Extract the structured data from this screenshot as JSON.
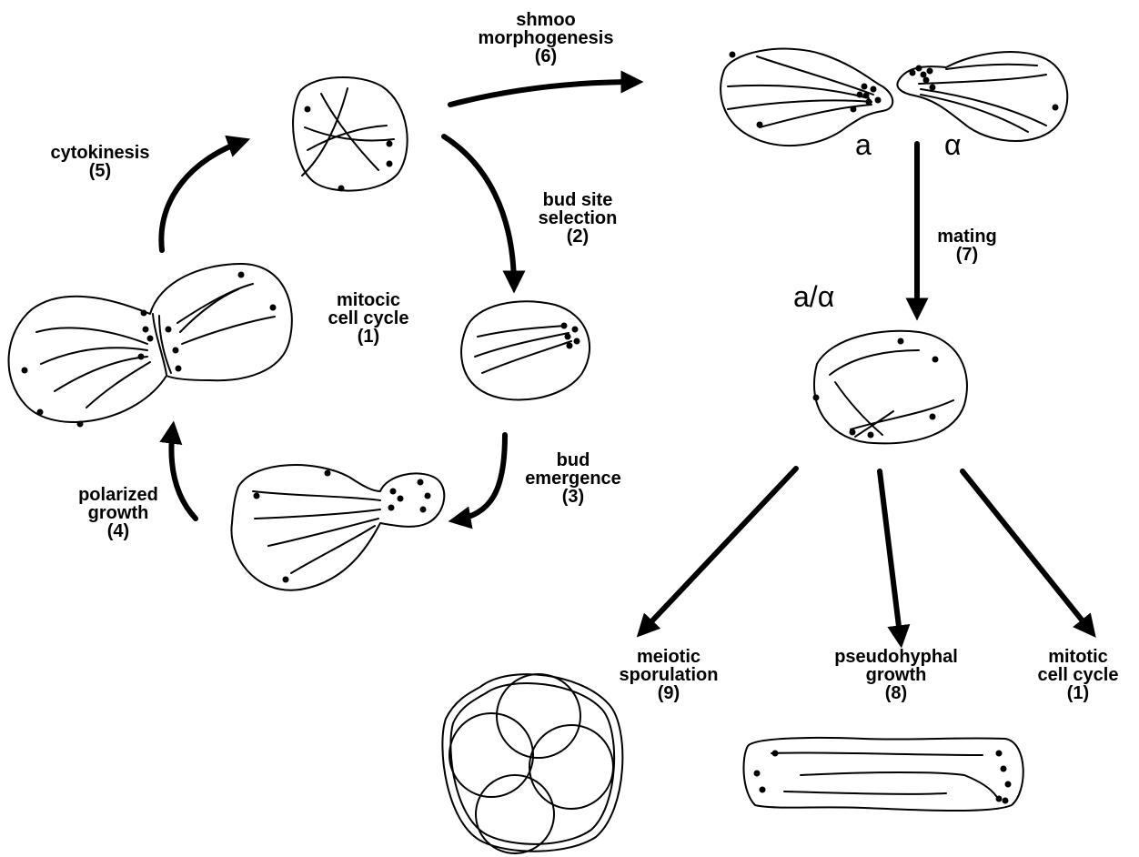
{
  "labels": {
    "shmoo": {
      "line1": "shmoo",
      "line2": "morphogenesis",
      "num": "(6)"
    },
    "cytokinesis": {
      "line1": "cytokinesis",
      "num": "(5)"
    },
    "bud_site": {
      "line1": "bud site",
      "line2": "selection",
      "num": "(2)"
    },
    "mitocic": {
      "line1": "mitocic",
      "line2": "cell cycle",
      "num": "(1)"
    },
    "bud_emergence": {
      "line1": "bud",
      "line2": "emergence",
      "num": "(3)"
    },
    "polarized": {
      "line1": "polarized",
      "line2": "growth",
      "num": "(4)"
    },
    "mating": {
      "line1": "mating",
      "num": "(7)"
    },
    "meiotic": {
      "line1": "meiotic",
      "line2": "sporulation",
      "num": "(9)"
    },
    "pseudohyphal": {
      "line1": "pseudohyphal",
      "line2": "growth",
      "num": "(8)"
    },
    "mitotic": {
      "line1": "mitotic",
      "line2": "cell cycle",
      "num": "(1)"
    }
  },
  "mating_types": {
    "a": "a",
    "alpha": "α",
    "diploid": "a/α"
  },
  "colors": {
    "ink": "#000000",
    "background": "#ffffff"
  }
}
